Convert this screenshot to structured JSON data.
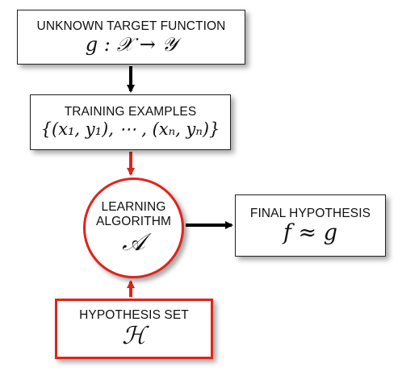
{
  "target": {
    "title": "UNKNOWN TARGET FUNCTION",
    "formula": "g : 𝒳 → 𝒴"
  },
  "training": {
    "title": "TRAINING EXAMPLES",
    "formula": "{(x₁, y₁), ⋯ , (xₙ, yₙ)}"
  },
  "algorithm": {
    "line1": "LEARNING",
    "line2": "ALGORITHM",
    "symbol": "𝒜"
  },
  "final": {
    "title": "FINAL HYPOTHESIS",
    "formula": "f ≈ g"
  },
  "hypothesis_set": {
    "title": "HYPOTHESIS SET",
    "symbol": "ℋ"
  },
  "colors": {
    "black_edge": "#000000",
    "red_edge": "#e0241b"
  }
}
